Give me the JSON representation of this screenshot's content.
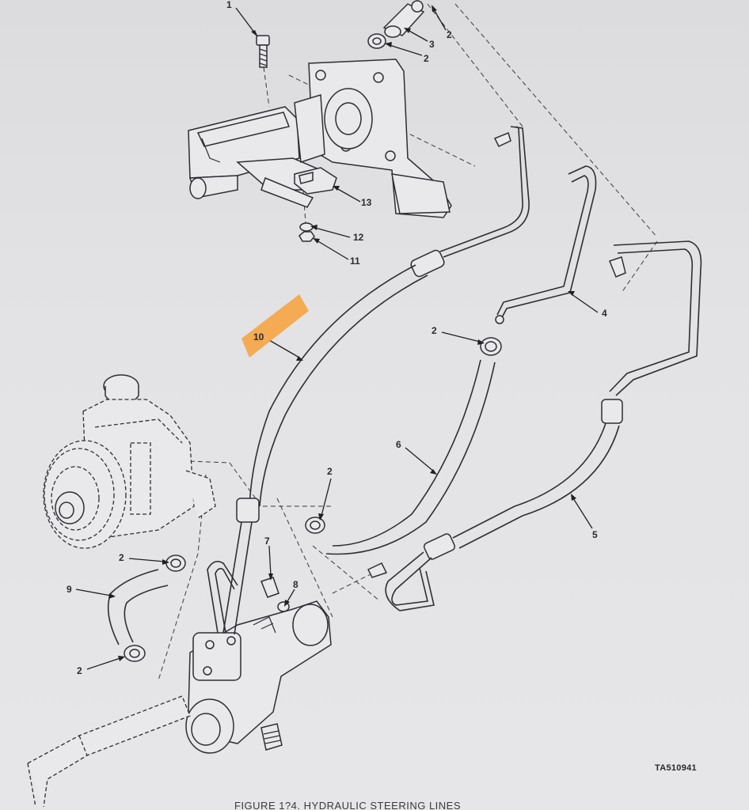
{
  "callouts": {
    "c1": "1",
    "c2": "2",
    "c3": "3",
    "c4": "4",
    "c5": "5",
    "c6": "6",
    "c7": "7",
    "c8": "8",
    "c9": "9",
    "c10": "10",
    "c11": "11",
    "c12": "12",
    "c13": "13"
  },
  "figure_id": "TA510941",
  "caption": "FIGURE 1?4. HYDRAULIC STEERING LINES",
  "highlight_color": "#f7a13a"
}
